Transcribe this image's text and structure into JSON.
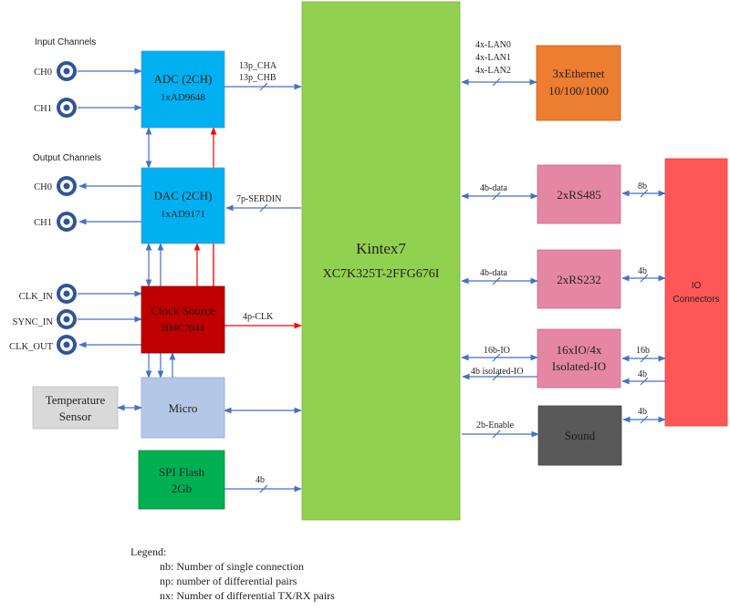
{
  "sections": {
    "input_channels": "Input Channels",
    "output_channels": "Output Channels"
  },
  "connectors": {
    "ch0_in": "CH0",
    "ch1_in": "CH1",
    "ch0_out": "CH0",
    "ch1_out": "CH1",
    "clk_in": "CLK_IN",
    "sync_in": "SYNC_IN",
    "clk_out": "CLK_OUT"
  },
  "blocks": {
    "adc": {
      "title": "ADC (2CH)",
      "part": "1xAD9648"
    },
    "dac": {
      "title": "DAC (2CH)",
      "part": "1xAD9171"
    },
    "clock": {
      "title": "Clock Source",
      "part": "HMC7044"
    },
    "micro": {
      "title": "Micro"
    },
    "temp": {
      "line1": "Temperature",
      "line2": "Sensor"
    },
    "spi": {
      "line1": "SPI Flash",
      "line2": "2Gb"
    },
    "fpga": {
      "title": "Kintex7",
      "part": "XC7K325T-2FFG676I"
    },
    "ethernet": {
      "line1": "3xEthernet",
      "line2": "10/100/1000"
    },
    "rs485": {
      "title": "2xRS485"
    },
    "rs232": {
      "title": "2xRS232"
    },
    "io": {
      "line1": "16xIO/4x",
      "line2": "Isolated-IO"
    },
    "sound": {
      "title": "Sound"
    },
    "ioconn": {
      "line1": "IO",
      "line2": "Connectors"
    }
  },
  "signals": {
    "adc_cha": "13p_CHA",
    "adc_chb": "13p_CHB",
    "dac_serdin": "7p-SERDIN",
    "clk_4p": "4p-CLK",
    "spi_4b": "4b",
    "lan0": "4x-LAN0",
    "lan1": "4x-LAN1",
    "lan2": "4x-LAN2",
    "rs485_data": "4b-data",
    "rs232_data": "4b-data",
    "io_16b": "16b-IO",
    "io_iso": "4b isolated-IO",
    "sound_enable": "2b-Enable",
    "rs485_conn": "8b",
    "rs232_conn": "4b",
    "io_conn_16b": "16b",
    "io_conn_4b": "4b",
    "sound_conn": "4b"
  },
  "legend": {
    "title": "Legend:",
    "rows": [
      "nb: Number of single connection",
      "np: number of differential pairs",
      "nx: Number of differential TX/RX pairs"
    ]
  },
  "colors": {
    "adc_dac": "#00b0f0",
    "clock": "#c00000",
    "micro": "#b4c7e7",
    "temp": "#d9d9d9",
    "spi": "#00b050",
    "fpga": "#92d050",
    "ethernet": "#ed7d31",
    "pink": "#e586a5",
    "sound": "#595959",
    "ioconn": "#ff5757",
    "line": "#4472c4",
    "red_line": "#ff0000",
    "connector_ring": "#2f5597"
  }
}
